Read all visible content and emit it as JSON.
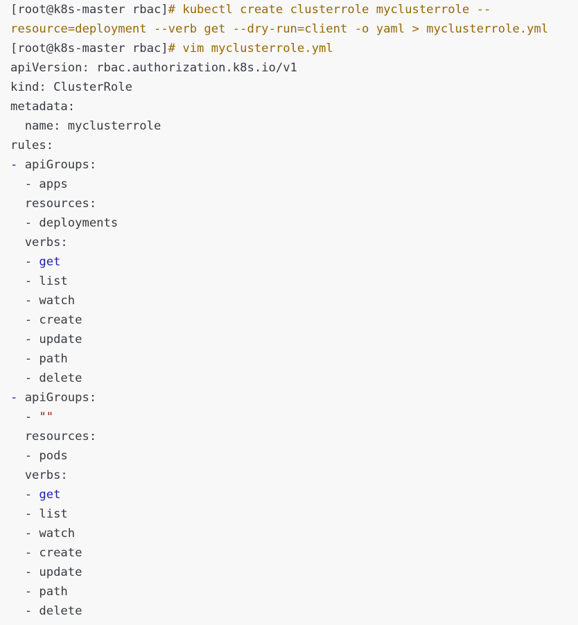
{
  "colors": {
    "background": "#f8f8f8",
    "text": "#383a42",
    "prompt": "#50a14f",
    "command": "#986801",
    "dash": "#1a1aa6",
    "keyword": "#2020b0",
    "string": "#a31515"
  },
  "lines": [
    {
      "tokens": [
        {
          "text": "[root@k8s-master rbac]",
          "style": "text"
        },
        {
          "text": "# kubectl create clusterrole myclusterrole --",
          "style": "command"
        }
      ]
    },
    {
      "tokens": [
        {
          "text": "resource=deployment --verb get --dry-run=client -o yaml > myclusterrole.yml",
          "style": "command"
        }
      ]
    },
    {
      "tokens": [
        {
          "text": "[root@k8s-master rbac]",
          "style": "text"
        },
        {
          "text": "# vim myclusterrole.yml",
          "style": "command"
        }
      ]
    },
    {
      "tokens": [
        {
          "text": "apiVersion: rbac.authorization.k8s.io/v1",
          "style": "text"
        }
      ]
    },
    {
      "tokens": [
        {
          "text": "kind: ClusterRole",
          "style": "text"
        }
      ]
    },
    {
      "tokens": [
        {
          "text": "metadata:",
          "style": "text"
        }
      ]
    },
    {
      "tokens": [
        {
          "text": "  name: myclusterrole",
          "style": "text"
        }
      ]
    },
    {
      "tokens": [
        {
          "text": "rules:",
          "style": "text"
        }
      ]
    },
    {
      "tokens": [
        {
          "text": "-",
          "style": "dash"
        },
        {
          "text": " apiGroups:",
          "style": "text"
        }
      ]
    },
    {
      "tokens": [
        {
          "text": "  - apps",
          "style": "text"
        }
      ]
    },
    {
      "tokens": [
        {
          "text": "  resources:",
          "style": "text"
        }
      ]
    },
    {
      "tokens": [
        {
          "text": "  - deployments",
          "style": "text"
        }
      ]
    },
    {
      "tokens": [
        {
          "text": "  verbs:",
          "style": "text"
        }
      ]
    },
    {
      "tokens": [
        {
          "text": "  - ",
          "style": "text"
        },
        {
          "text": "get",
          "style": "keyword"
        }
      ]
    },
    {
      "tokens": [
        {
          "text": "  - list",
          "style": "text"
        }
      ]
    },
    {
      "tokens": [
        {
          "text": "  - watch",
          "style": "text"
        }
      ]
    },
    {
      "tokens": [
        {
          "text": "  - create",
          "style": "text"
        }
      ]
    },
    {
      "tokens": [
        {
          "text": "  - update",
          "style": "text"
        }
      ]
    },
    {
      "tokens": [
        {
          "text": "  - path",
          "style": "text"
        }
      ]
    },
    {
      "tokens": [
        {
          "text": "  - delete",
          "style": "text"
        }
      ]
    },
    {
      "tokens": [
        {
          "text": "-",
          "style": "dash"
        },
        {
          "text": " apiGroups:",
          "style": "text"
        }
      ]
    },
    {
      "tokens": [
        {
          "text": "  - ",
          "style": "text"
        },
        {
          "text": "\"\"",
          "style": "string"
        }
      ]
    },
    {
      "tokens": [
        {
          "text": "  resources:",
          "style": "text"
        }
      ]
    },
    {
      "tokens": [
        {
          "text": "  - pods",
          "style": "text"
        }
      ]
    },
    {
      "tokens": [
        {
          "text": "  verbs:",
          "style": "text"
        }
      ]
    },
    {
      "tokens": [
        {
          "text": "  - ",
          "style": "text"
        },
        {
          "text": "get",
          "style": "keyword"
        }
      ]
    },
    {
      "tokens": [
        {
          "text": "  - list",
          "style": "text"
        }
      ]
    },
    {
      "tokens": [
        {
          "text": "  - watch",
          "style": "text"
        }
      ]
    },
    {
      "tokens": [
        {
          "text": "  - create",
          "style": "text"
        }
      ]
    },
    {
      "tokens": [
        {
          "text": "  - update",
          "style": "text"
        }
      ]
    },
    {
      "tokens": [
        {
          "text": "  - path",
          "style": "text"
        }
      ]
    },
    {
      "tokens": [
        {
          "text": "  - delete",
          "style": "text"
        }
      ]
    }
  ]
}
